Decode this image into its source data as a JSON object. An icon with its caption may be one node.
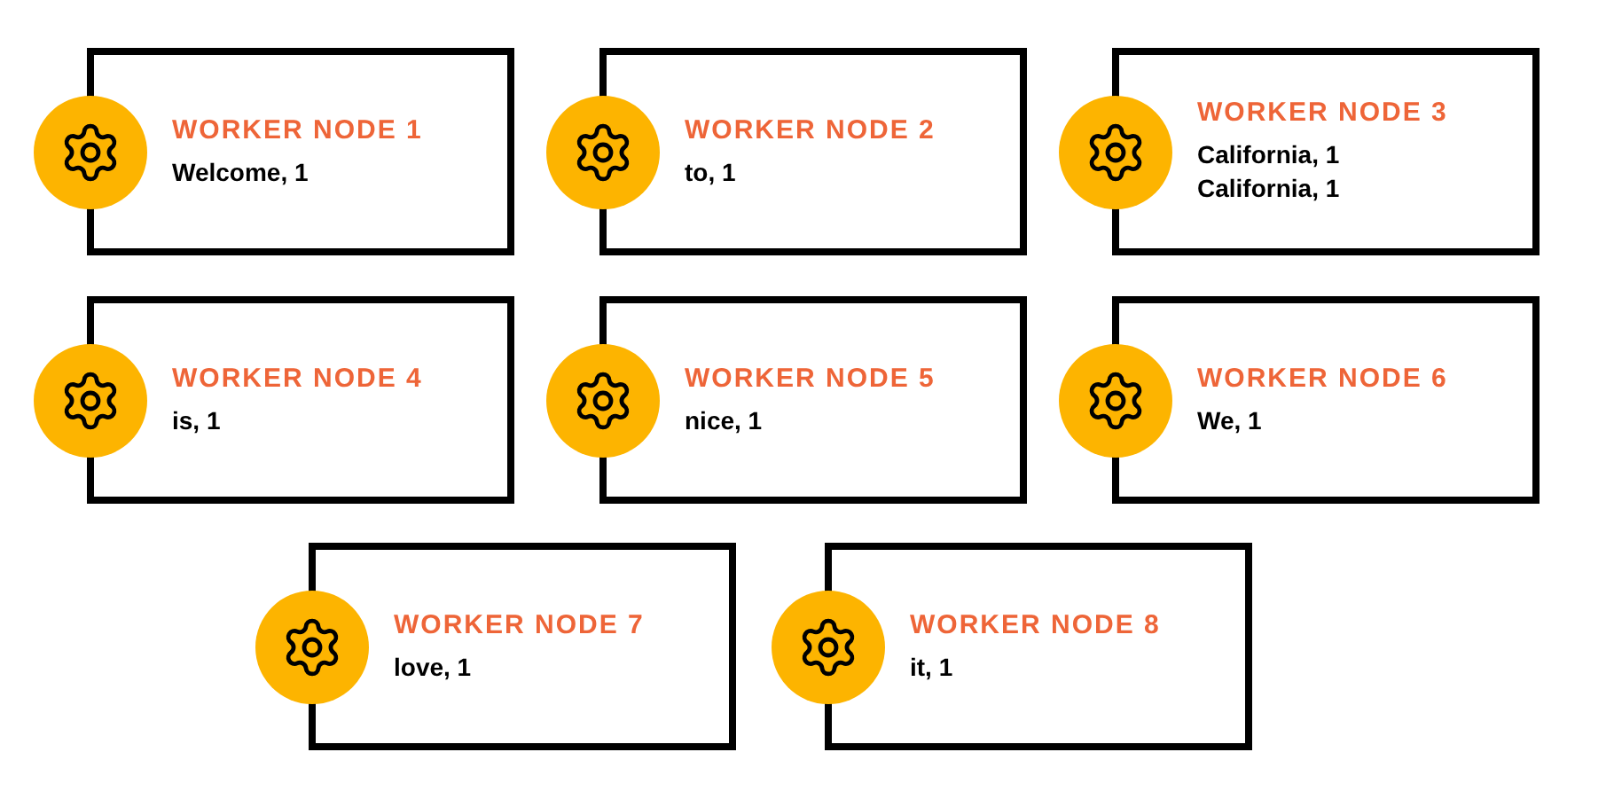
{
  "diagram": {
    "nodes": [
      {
        "text": [
          "WORKER NODE 1",
          "Welcome, 1"
        ]
      },
      {
        "text": [
          "WORKER NODE 2",
          "to, 1"
        ]
      },
      {
        "text": [
          "WORKER NODE 3",
          "California, 1",
          "California, 1"
        ]
      },
      {
        "text": [
          "WORKER NODE 4",
          "is, 1"
        ]
      },
      {
        "text": [
          "WORKER NODE 5",
          "nice, 1"
        ]
      },
      {
        "text": [
          "WORKER NODE 6",
          "We, 1"
        ]
      },
      {
        "text": [
          "WORKER NODE 7",
          "love, 1"
        ]
      },
      {
        "text": [
          "WORKER NODE 8",
          "it, 1"
        ]
      }
    ]
  }
}
